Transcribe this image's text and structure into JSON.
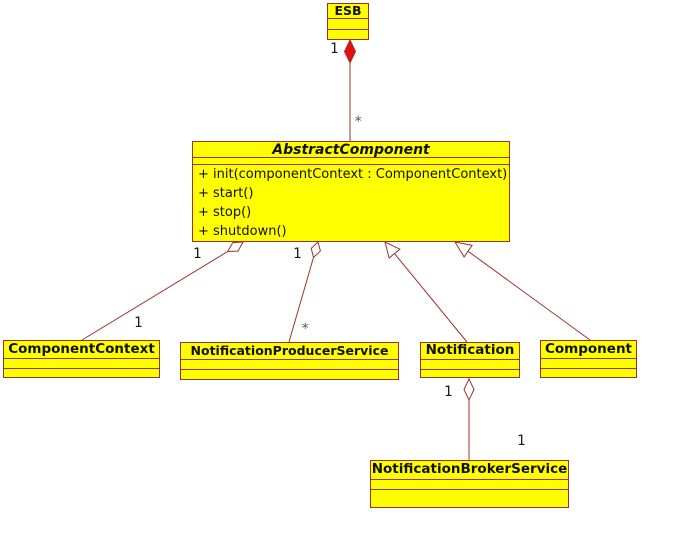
{
  "colors": {
    "canvas-bg": "#ffffff",
    "box-fill": "#ffff00",
    "line": "#9e322b",
    "composition-fill": "#e41010",
    "mult-number": "#1a1a1a",
    "mult-star": "#555555"
  },
  "classes": {
    "esb": {
      "name": "ESB"
    },
    "abstract_component": {
      "name": "AbstractComponent",
      "operations": [
        "+ init(componentContext : ComponentContext)",
        "+ start()",
        "+ stop()",
        "+ shutdown()"
      ]
    },
    "component_context": {
      "name": "ComponentContext"
    },
    "notification_producer_service": {
      "name": "NotificationProducerService"
    },
    "notification": {
      "name": "Notification"
    },
    "component": {
      "name": "Component"
    },
    "notification_broker_service": {
      "name": "NotificationBrokerService"
    }
  },
  "multiplicities": {
    "esb_whole": "1",
    "esb_part": "*",
    "context_whole": "1",
    "context_part": "1",
    "producer_whole": "1",
    "producer_part": "*",
    "notification_whole": "1",
    "broker_part": "1"
  },
  "relationships": [
    {
      "from": "ESB",
      "to": "AbstractComponent",
      "type": "composition",
      "from_multiplicity": "1",
      "to_multiplicity": "*"
    },
    {
      "from": "AbstractComponent",
      "to": "ComponentContext",
      "type": "aggregation",
      "from_multiplicity": "1",
      "to_multiplicity": "1"
    },
    {
      "from": "AbstractComponent",
      "to": "NotificationProducerService",
      "type": "aggregation",
      "from_multiplicity": "1",
      "to_multiplicity": "*"
    },
    {
      "from": "Notification",
      "to": "AbstractComponent",
      "type": "generalization"
    },
    {
      "from": "Component",
      "to": "AbstractComponent",
      "type": "generalization"
    },
    {
      "from": "Notification",
      "to": "NotificationBrokerService",
      "type": "aggregation",
      "from_multiplicity": "1",
      "to_multiplicity": "1"
    }
  ]
}
